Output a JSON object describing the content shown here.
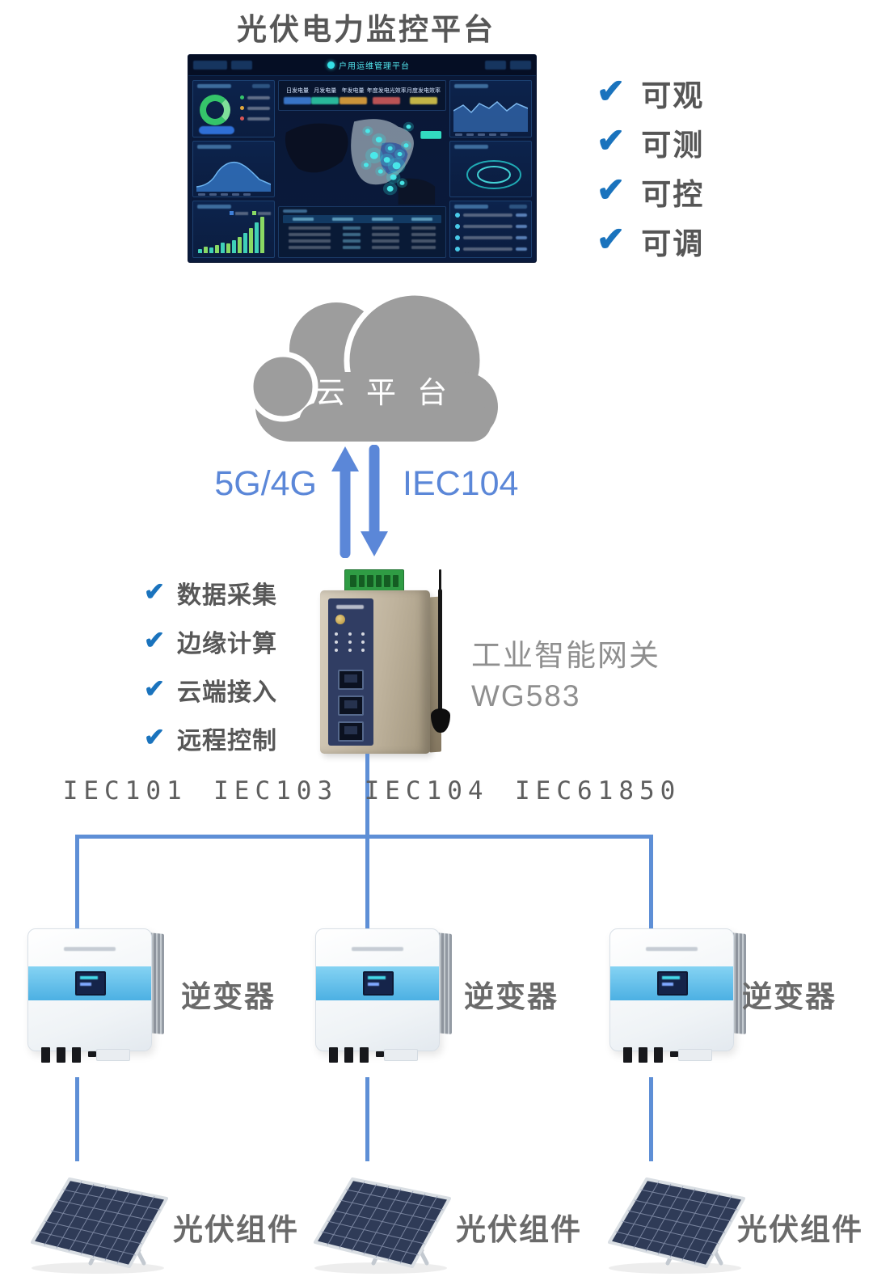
{
  "page": {
    "title": "光伏电力监控平台"
  },
  "icons": {
    "check": "✔"
  },
  "colors": {
    "check_blue": "#1a73bd",
    "flow_blue": "#5b87d8",
    "line_blue": "#5e8fd6",
    "cloud_gray": "#9d9d9d",
    "text_gray": "#575757"
  },
  "dashboard": {
    "header_title": "户用运维管理平台",
    "stats": [
      {
        "label": "日发电量",
        "color": "#3f7fd8"
      },
      {
        "label": "月发电量",
        "color": "#2ec9a7"
      },
      {
        "label": "年发电量",
        "color": "#e2a23c"
      },
      {
        "label": "年度发电光效率",
        "color": "#cf5a5a"
      },
      {
        "label": "月度发电效率",
        "color": "#d9c74b"
      }
    ],
    "bar_heights": [
      5,
      8,
      7,
      10,
      13,
      12,
      16,
      20,
      25,
      31,
      38,
      45
    ],
    "map_dots": [
      [
        112,
        28,
        3
      ],
      [
        126,
        40,
        4
      ],
      [
        140,
        52,
        3
      ],
      [
        120,
        62,
        5
      ],
      [
        136,
        68,
        4
      ],
      [
        148,
        76,
        5
      ],
      [
        128,
        84,
        3
      ],
      [
        144,
        92,
        4
      ],
      [
        152,
        60,
        3
      ],
      [
        160,
        48,
        3
      ],
      [
        110,
        75,
        3
      ],
      [
        140,
        108,
        4
      ],
      [
        155,
        100,
        3
      ],
      [
        163,
        22,
        3
      ]
    ]
  },
  "capabilities": {
    "items": [
      {
        "label": "可观"
      },
      {
        "label": "可测"
      },
      {
        "label": "可控"
      },
      {
        "label": "可调"
      }
    ]
  },
  "cloud": {
    "label": "云平台"
  },
  "links": {
    "uplink": "5G/4G",
    "downlink": "IEC104"
  },
  "gateway": {
    "features": [
      {
        "label": "数据采集"
      },
      {
        "label": "边缘计算"
      },
      {
        "label": "云端接入"
      },
      {
        "label": "远程控制"
      }
    ],
    "name_line1": "工业智能网关",
    "name_line2": "WG583"
  },
  "protocols": {
    "items": [
      "IEC101",
      "IEC103",
      "IEC104",
      "IEC61850"
    ]
  },
  "devices": {
    "inverter_label": "逆变器",
    "pv_label": "光伏组件"
  }
}
